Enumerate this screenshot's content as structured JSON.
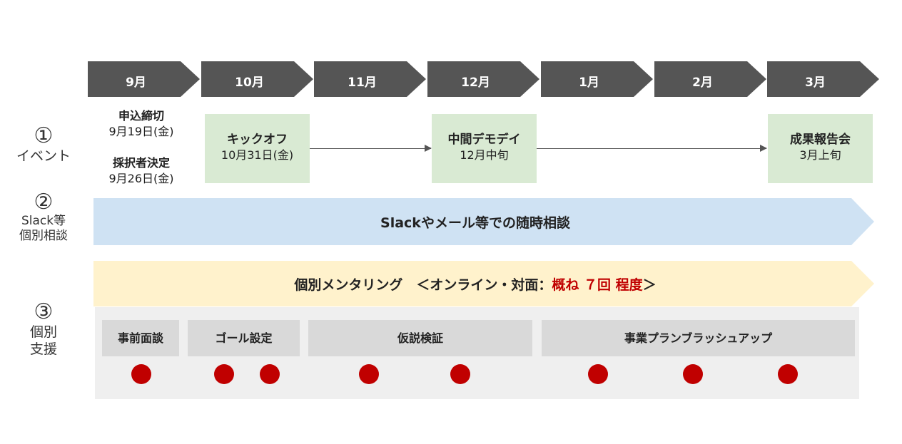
{
  "months": [
    "9月",
    "10月",
    "11月",
    "12月",
    "1月",
    "2月",
    "3月"
  ],
  "rows": {
    "event": {
      "num": "①",
      "label": "イベント"
    },
    "slack": {
      "num": "②",
      "label_line1": "Slack等",
      "label_line2": "個別相談"
    },
    "support": {
      "num": "③",
      "label_line1": "個別",
      "label_line2": "支援"
    }
  },
  "deadlines": {
    "application_title": "申込締切",
    "application_date": "9月19日(金)",
    "selection_title": "採択者決定",
    "selection_date": "9月26日(金)"
  },
  "events": [
    {
      "title": "キックオフ",
      "date": "10月31日(金)"
    },
    {
      "title": "中間デモデイ",
      "date": "12月中旬"
    },
    {
      "title": "成果報告会",
      "date": "3月上旬"
    }
  ],
  "slack_band": {
    "text": "Slackやメール等での随時相談"
  },
  "mentoring_band": {
    "text_before": "個別メンタリング　＜オンライン・対面：",
    "highlight": "概ね ７回 程度",
    "text_after": "＞"
  },
  "phases": [
    "事前面談",
    "ゴール設定",
    "仮説検証",
    "事業プランブラッシュアップ"
  ],
  "meeting_count": 8,
  "colors": {
    "month_chevron": "#555555",
    "event_box": "#d9ead3",
    "slack_band": "#cfe2f3",
    "mentoring_band": "#fff2cc",
    "panel": "#efefef",
    "phase_box": "#d9d9d9",
    "dot": "#c00000",
    "highlight_text": "#c00000"
  }
}
